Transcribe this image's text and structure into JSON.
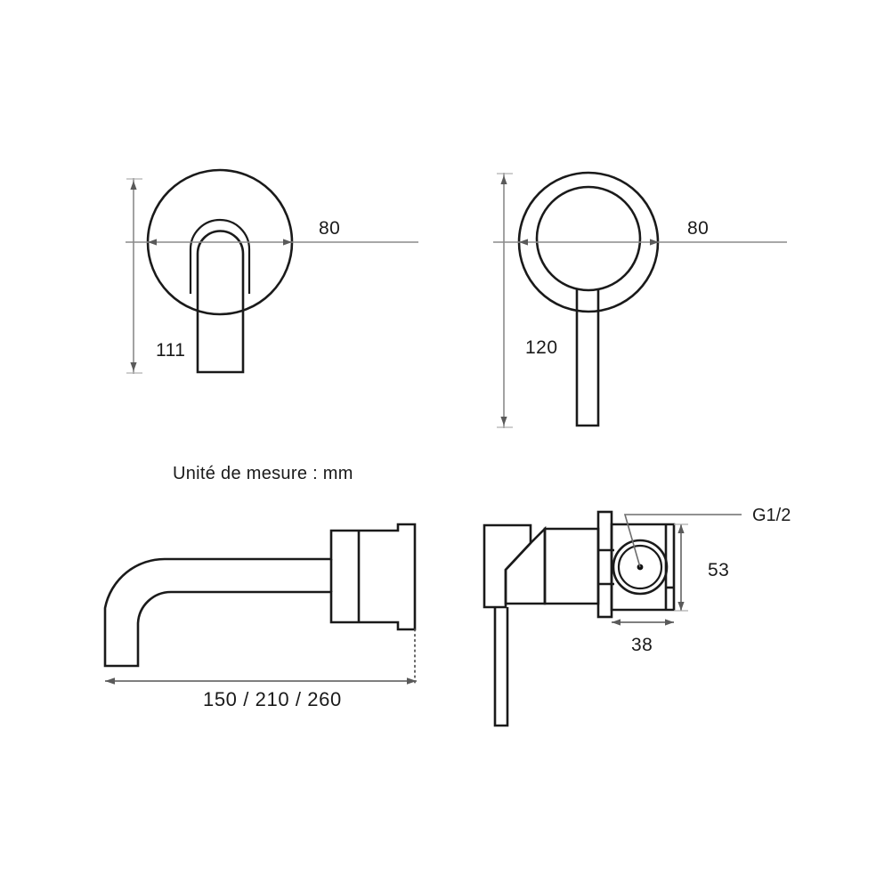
{
  "document": {
    "type": "technical-drawing",
    "subject": "Wall-mounted basin mixer tap — dimensioned orthographic views",
    "background_color": "#ffffff",
    "line_color": "#1a1a1a",
    "dimension_color": "#8a8a8a"
  },
  "notes": {
    "unit_note": "Unité de mesure : mm"
  },
  "views": {
    "top_left": {
      "name": "handle-front-view",
      "dimensions": {
        "diameter": "80",
        "height": "111"
      }
    },
    "top_right": {
      "name": "lever-front-view",
      "dimensions": {
        "diameter": "80",
        "height": "120"
      }
    },
    "bottom_left": {
      "name": "spout-side-view",
      "dimensions": {
        "projection": "150 / 210 / 260"
      }
    },
    "bottom_right": {
      "name": "mixer-body-side-view",
      "dimensions": {
        "height": "53",
        "depth": "38",
        "thread": "G1/2"
      }
    }
  },
  "labels": {
    "dim_80_left": "80",
    "dim_111": "111",
    "dim_80_right": "80",
    "dim_120": "120",
    "dim_lengths": "150 / 210 / 260",
    "dim_53": "53",
    "dim_38": "38",
    "thread_callout": "G1/2"
  }
}
